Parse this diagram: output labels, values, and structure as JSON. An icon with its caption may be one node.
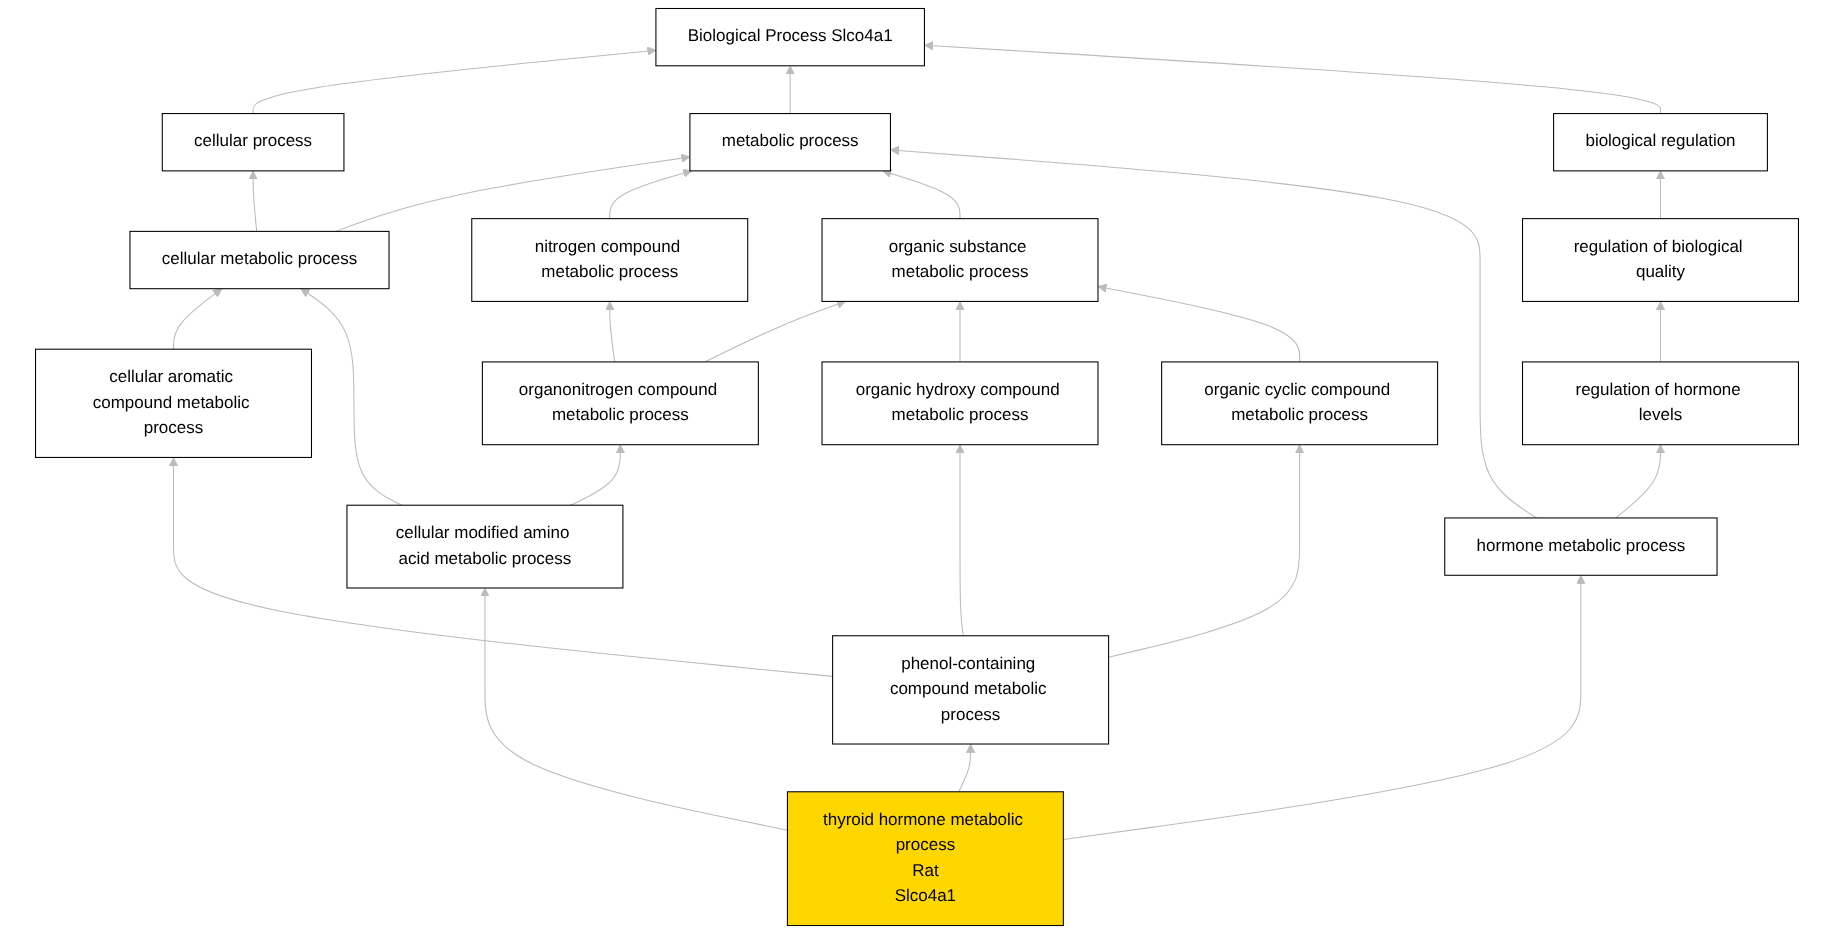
{
  "diagram": {
    "nodes": [
      {
        "text": [
          "Biological Process Slco4a1"
        ]
      },
      {
        "text": [
          "cellular process"
        ]
      },
      {
        "text": [
          "metabolic process"
        ]
      },
      {
        "text": [
          "biological regulation"
        ]
      },
      {
        "text": [
          "cellular metabolic process"
        ]
      },
      {
        "text": [
          "nitrogen compound metabolic process"
        ]
      },
      {
        "text": [
          "organic substance metabolic process"
        ]
      },
      {
        "text": [
          "regulation of biological quality"
        ]
      },
      {
        "text": [
          "cellular aromatic compound metabolic process"
        ]
      },
      {
        "text": [
          "organonitrogen compound metabolic process"
        ]
      },
      {
        "text": [
          "organic hydroxy compound metabolic process"
        ]
      },
      {
        "text": [
          "organic cyclic compound metabolic process"
        ]
      },
      {
        "text": [
          "regulation of hormone levels"
        ]
      },
      {
        "text": [
          "cellular modified amino acid metabolic process"
        ]
      },
      {
        "text": [
          "phenol-containing compound metabolic process"
        ]
      },
      {
        "text": [
          "hormone metabolic process"
        ]
      },
      {
        "text": [
          "thyroid hormone metabolic process",
          "Rat",
          "Slco4a1"
        ]
      }
    ],
    "edges": [
      {
        "from": 1,
        "to": 0,
        "arrow": "to"
      },
      {
        "from": 2,
        "to": 0,
        "arrow": "to"
      },
      {
        "from": 3,
        "to": 0,
        "arrow": "to"
      },
      {
        "from": 4,
        "to": 1,
        "arrow": "to"
      },
      {
        "from": 4,
        "to": 2,
        "arrow": "to"
      },
      {
        "from": 5,
        "to": 2,
        "arrow": "to"
      },
      {
        "from": 6,
        "to": 2,
        "arrow": "to"
      },
      {
        "from": 7,
        "to": 3,
        "arrow": "to"
      },
      {
        "from": 8,
        "to": 4,
        "arrow": "to"
      },
      {
        "from": 9,
        "to": 5,
        "arrow": "to"
      },
      {
        "from": 9,
        "to": 6,
        "arrow": "to"
      },
      {
        "from": 10,
        "to": 6,
        "arrow": "to"
      },
      {
        "from": 11,
        "to": 6,
        "arrow": "to"
      },
      {
        "from": 12,
        "to": 7,
        "arrow": "to"
      },
      {
        "from": 13,
        "to": 4,
        "arrow": "to"
      },
      {
        "from": 13,
        "to": 9,
        "arrow": "to"
      },
      {
        "from": 14,
        "to": 8,
        "arrow": "to"
      },
      {
        "from": 14,
        "to": 10,
        "arrow": "to"
      },
      {
        "from": 14,
        "to": 11,
        "arrow": "to"
      },
      {
        "from": 15,
        "to": 2,
        "arrow": "to"
      },
      {
        "from": 15,
        "to": 12,
        "arrow": "to"
      },
      {
        "from": 16,
        "to": 13,
        "arrow": "to"
      },
      {
        "from": 16,
        "to": 14,
        "arrow": "to"
      },
      {
        "from": 16,
        "to": 15,
        "arrow": "to"
      }
    ]
  }
}
